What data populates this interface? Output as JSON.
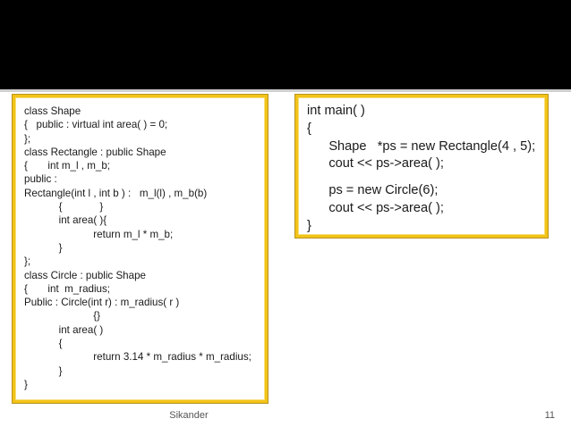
{
  "slide": {
    "left_code": [
      "class Shape",
      "{   public : virtual int area( ) = 0;",
      "};",
      "class Rectangle : public Shape",
      "{       int m_l , m_b;",
      "public :",
      "Rectangle(int l , int b ) :   m_l(l) , m_b(b)",
      "            {             }",
      "            int area( ){",
      "                        return m_l * m_b;",
      "            }",
      "};",
      "class Circle : public Shape",
      "{       int  m_radius;",
      "Public : Circle(int r) : m_radius( r )",
      "                        {}",
      "            int area( )",
      "            {",
      "                        return 3.14 * m_radius * m_radius;",
      "            }",
      "}"
    ],
    "right_code": {
      "line1": "int main( )",
      "line2": "{",
      "line3": "      Shape   *ps = new Rectangle(4 , 5);",
      "line4": "      cout << ps->area( );",
      "line5": "      ps = new Circle(6);",
      "line6": "      cout << ps->area( );",
      "line7": "}"
    },
    "footer": {
      "author": "Sikander",
      "page_number": "11"
    },
    "colors": {
      "header_band": "#000000",
      "box_border": "#f2c318",
      "background": "#ffffff"
    }
  }
}
